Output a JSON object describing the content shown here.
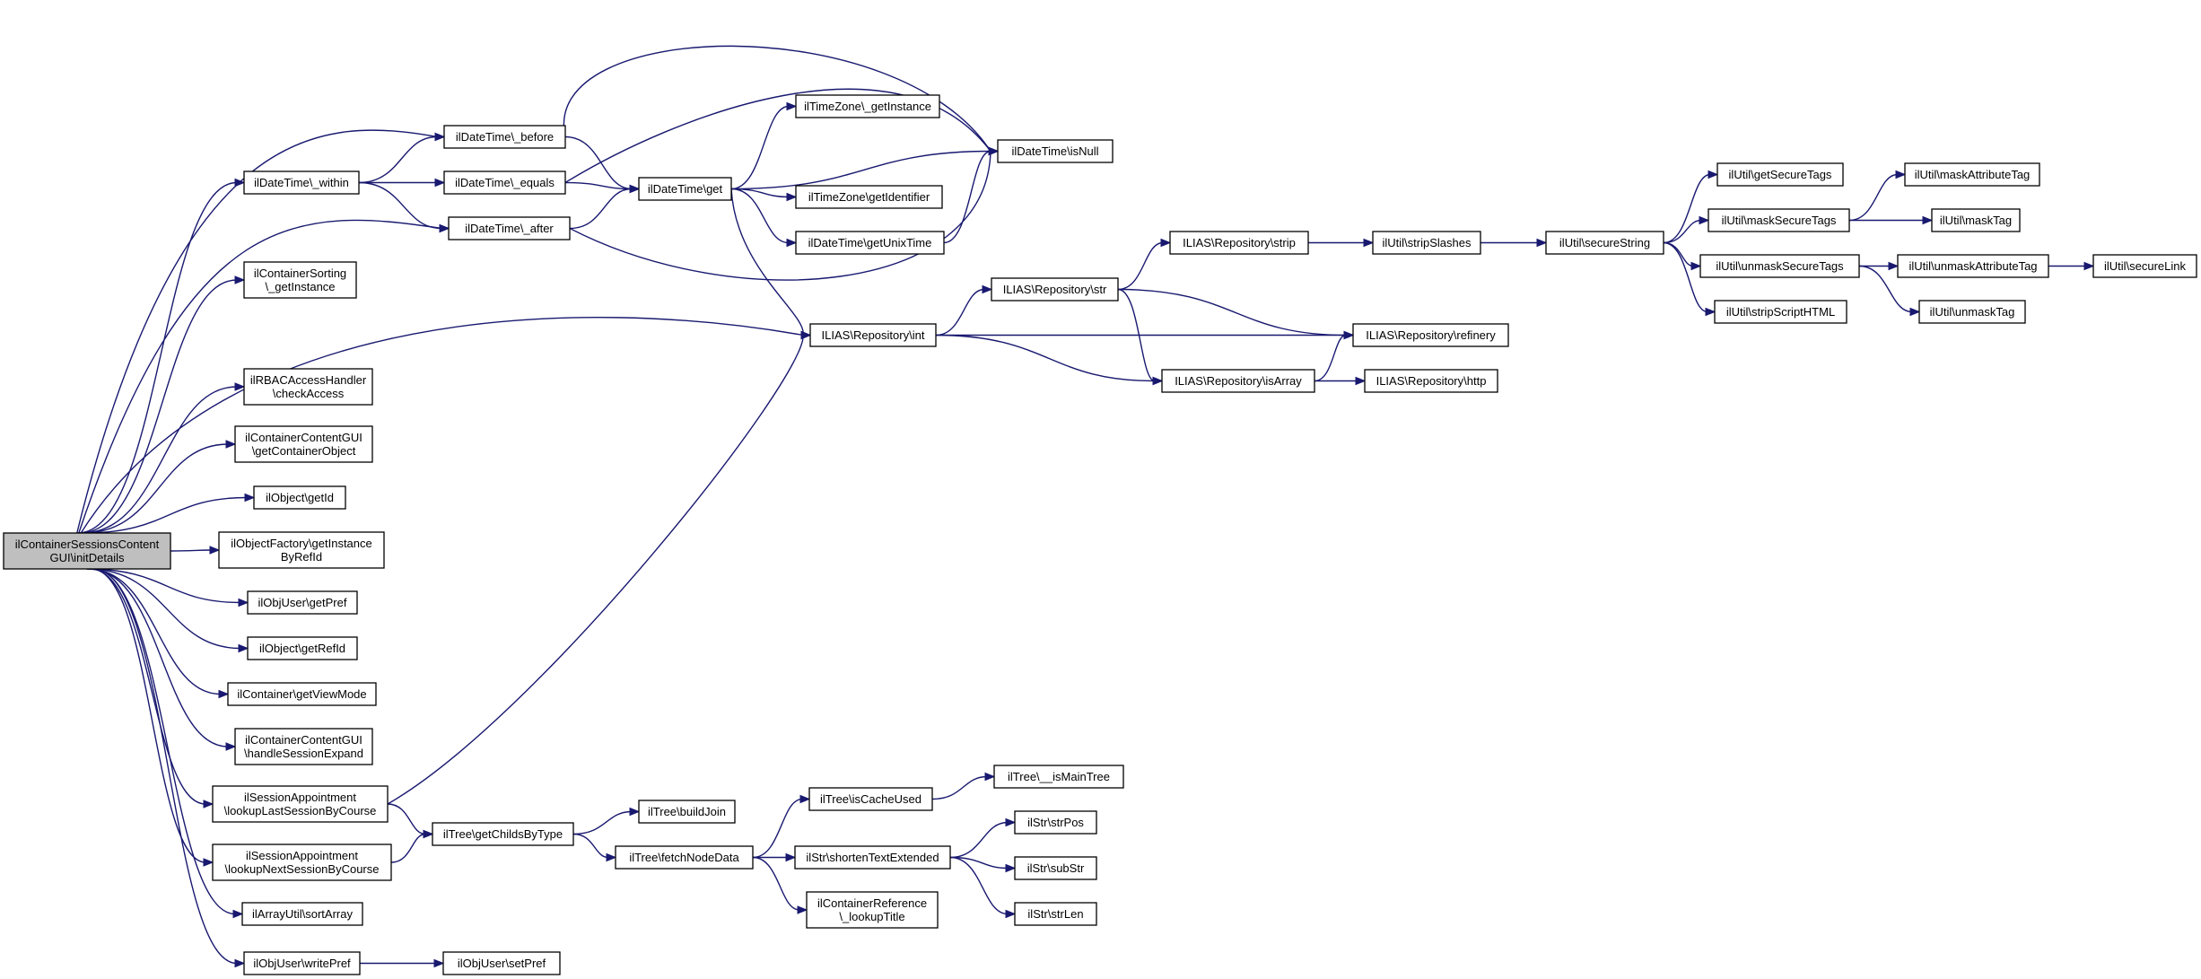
{
  "colors": {
    "edge": "#191970",
    "node_border": "#000000",
    "root_fill": "#bfbfbf",
    "node_fill": "#ffffff"
  },
  "nodes": [
    {
      "id": "root",
      "lines": [
        "ilContainerSessionsContent",
        "GUI\\initDetails"
      ],
      "root": true
    },
    {
      "id": "within",
      "lines": [
        "ilDateTime\\_within"
      ]
    },
    {
      "id": "before",
      "lines": [
        "ilDateTime\\_before"
      ]
    },
    {
      "id": "equals",
      "lines": [
        "ilDateTime\\_equals"
      ]
    },
    {
      "id": "after",
      "lines": [
        "ilDateTime\\_after"
      ]
    },
    {
      "id": "dtget",
      "lines": [
        "ilDateTime\\get"
      ]
    },
    {
      "id": "tzinst",
      "lines": [
        "ilTimeZone\\_getInstance"
      ]
    },
    {
      "id": "isnull",
      "lines": [
        "ilDateTime\\isNull"
      ]
    },
    {
      "id": "tzid",
      "lines": [
        "ilTimeZone\\getIdentifier"
      ]
    },
    {
      "id": "unix",
      "lines": [
        "ilDateTime\\getUnixTime"
      ]
    },
    {
      "id": "sortinst",
      "lines": [
        "ilContainerSorting",
        "\\_getInstance"
      ]
    },
    {
      "id": "repoint",
      "lines": [
        "ILIAS\\Repository\\int"
      ]
    },
    {
      "id": "repostr",
      "lines": [
        "ILIAS\\Repository\\str"
      ]
    },
    {
      "id": "repostrip",
      "lines": [
        "ILIAS\\Repository\\strip"
      ]
    },
    {
      "id": "stripslashes",
      "lines": [
        "ilUtil\\stripSlashes"
      ]
    },
    {
      "id": "securestring",
      "lines": [
        "ilUtil\\secureString"
      ]
    },
    {
      "id": "getsecuretags",
      "lines": [
        "ilUtil\\getSecureTags"
      ]
    },
    {
      "id": "masksecuretags",
      "lines": [
        "ilUtil\\maskSecureTags"
      ]
    },
    {
      "id": "unmasksecuretags",
      "lines": [
        "ilUtil\\unmaskSecureTags"
      ]
    },
    {
      "id": "stripscript",
      "lines": [
        "ilUtil\\stripScriptHTML"
      ]
    },
    {
      "id": "maskattr",
      "lines": [
        "ilUtil\\maskAttributeTag"
      ]
    },
    {
      "id": "masktag",
      "lines": [
        "ilUtil\\maskTag"
      ]
    },
    {
      "id": "unmaskattr",
      "lines": [
        "ilUtil\\unmaskAttributeTag"
      ]
    },
    {
      "id": "unmasktag",
      "lines": [
        "ilUtil\\unmaskTag"
      ]
    },
    {
      "id": "securelink",
      "lines": [
        "ilUtil\\secureLink"
      ]
    },
    {
      "id": "refinery",
      "lines": [
        "ILIAS\\Repository\\refinery"
      ]
    },
    {
      "id": "isarray",
      "lines": [
        "ILIAS\\Repository\\isArray"
      ]
    },
    {
      "id": "http",
      "lines": [
        "ILIAS\\Repository\\http"
      ]
    },
    {
      "id": "rbac",
      "lines": [
        "ilRBACAccessHandler",
        "\\checkAccess"
      ]
    },
    {
      "id": "getcontainerobject",
      "lines": [
        "ilContainerContentGUI",
        "\\getContainerObject"
      ]
    },
    {
      "id": "getid",
      "lines": [
        "ilObject\\getId"
      ]
    },
    {
      "id": "factory",
      "lines": [
        "ilObjectFactory\\getInstance",
        "ByRefId"
      ]
    },
    {
      "id": "getpref",
      "lines": [
        "ilObjUser\\getPref"
      ]
    },
    {
      "id": "getrefid",
      "lines": [
        "ilObject\\getRefId"
      ]
    },
    {
      "id": "viewmode",
      "lines": [
        "ilContainer\\getViewMode"
      ]
    },
    {
      "id": "sessionexpand",
      "lines": [
        "ilContainerContentGUI",
        "\\handleSessionExpand"
      ]
    },
    {
      "id": "lastsession",
      "lines": [
        "ilSessionAppointment",
        "\\lookupLastSessionByCourse"
      ]
    },
    {
      "id": "nextsession",
      "lines": [
        "ilSessionAppointment",
        "\\lookupNextSessionByCourse"
      ]
    },
    {
      "id": "sortarray",
      "lines": [
        "ilArrayUtil\\sortArray"
      ]
    },
    {
      "id": "writepref",
      "lines": [
        "ilObjUser\\writePref"
      ]
    },
    {
      "id": "setpref",
      "lines": [
        "ilObjUser\\setPref"
      ]
    },
    {
      "id": "childsbytype",
      "lines": [
        "ilTree\\getChildsByType"
      ]
    },
    {
      "id": "buildjoin",
      "lines": [
        "ilTree\\buildJoin"
      ]
    },
    {
      "id": "fetchnode",
      "lines": [
        "ilTree\\fetchNodeData"
      ]
    },
    {
      "id": "cacheused",
      "lines": [
        "ilTree\\isCacheUsed"
      ]
    },
    {
      "id": "maintree",
      "lines": [
        "ilTree\\__isMainTree"
      ]
    },
    {
      "id": "shorten",
      "lines": [
        "ilStr\\shortenTextExtended"
      ]
    },
    {
      "id": "lookuptitle",
      "lines": [
        "ilContainerReference",
        "\\_lookupTitle"
      ]
    },
    {
      "id": "strpos",
      "lines": [
        "ilStr\\strPos"
      ]
    },
    {
      "id": "substr",
      "lines": [
        "ilStr\\subStr"
      ]
    },
    {
      "id": "strlen",
      "lines": [
        "ilStr\\strLen"
      ]
    }
  ],
  "edges": [
    [
      "root",
      "within"
    ],
    [
      "root",
      "before"
    ],
    [
      "root",
      "after"
    ],
    [
      "root",
      "sortinst"
    ],
    [
      "root",
      "repoint"
    ],
    [
      "root",
      "rbac"
    ],
    [
      "root",
      "getcontainerobject"
    ],
    [
      "root",
      "getid"
    ],
    [
      "root",
      "factory"
    ],
    [
      "root",
      "getpref"
    ],
    [
      "root",
      "getrefid"
    ],
    [
      "root",
      "viewmode"
    ],
    [
      "root",
      "sessionexpand"
    ],
    [
      "root",
      "lastsession"
    ],
    [
      "root",
      "nextsession"
    ],
    [
      "root",
      "sortarray"
    ],
    [
      "root",
      "writepref"
    ],
    [
      "within",
      "before"
    ],
    [
      "within",
      "equals"
    ],
    [
      "within",
      "after"
    ],
    [
      "before",
      "isnull"
    ],
    [
      "before",
      "dtget"
    ],
    [
      "equals",
      "isnull"
    ],
    [
      "equals",
      "dtget"
    ],
    [
      "after",
      "isnull"
    ],
    [
      "after",
      "dtget"
    ],
    [
      "dtget",
      "tzinst"
    ],
    [
      "dtget",
      "isnull"
    ],
    [
      "dtget",
      "tzid"
    ],
    [
      "dtget",
      "unix"
    ],
    [
      "dtget",
      "repoint"
    ],
    [
      "unix",
      "isnull"
    ],
    [
      "repoint",
      "repostr"
    ],
    [
      "repoint",
      "refinery"
    ],
    [
      "repoint",
      "isarray"
    ],
    [
      "repostr",
      "repostrip"
    ],
    [
      "repostr",
      "refinery"
    ],
    [
      "repostr",
      "isarray"
    ],
    [
      "repostrip",
      "stripslashes"
    ],
    [
      "stripslashes",
      "securestring"
    ],
    [
      "securestring",
      "getsecuretags"
    ],
    [
      "securestring",
      "masksecuretags"
    ],
    [
      "securestring",
      "unmasksecuretags"
    ],
    [
      "securestring",
      "stripscript"
    ],
    [
      "masksecuretags",
      "maskattr"
    ],
    [
      "masksecuretags",
      "masktag"
    ],
    [
      "unmasksecuretags",
      "unmaskattr"
    ],
    [
      "unmasksecuretags",
      "unmasktag"
    ],
    [
      "unmaskattr",
      "securelink"
    ],
    [
      "isarray",
      "refinery"
    ],
    [
      "isarray",
      "http"
    ],
    [
      "lastsession",
      "repoint"
    ],
    [
      "lastsession",
      "childsbytype"
    ],
    [
      "nextsession",
      "childsbytype"
    ],
    [
      "childsbytype",
      "buildjoin"
    ],
    [
      "childsbytype",
      "fetchnode"
    ],
    [
      "fetchnode",
      "cacheused"
    ],
    [
      "fetchnode",
      "shorten"
    ],
    [
      "fetchnode",
      "lookuptitle"
    ],
    [
      "cacheused",
      "maintree"
    ],
    [
      "shorten",
      "strpos"
    ],
    [
      "shorten",
      "substr"
    ],
    [
      "shorten",
      "strlen"
    ],
    [
      "writepref",
      "setpref"
    ]
  ]
}
